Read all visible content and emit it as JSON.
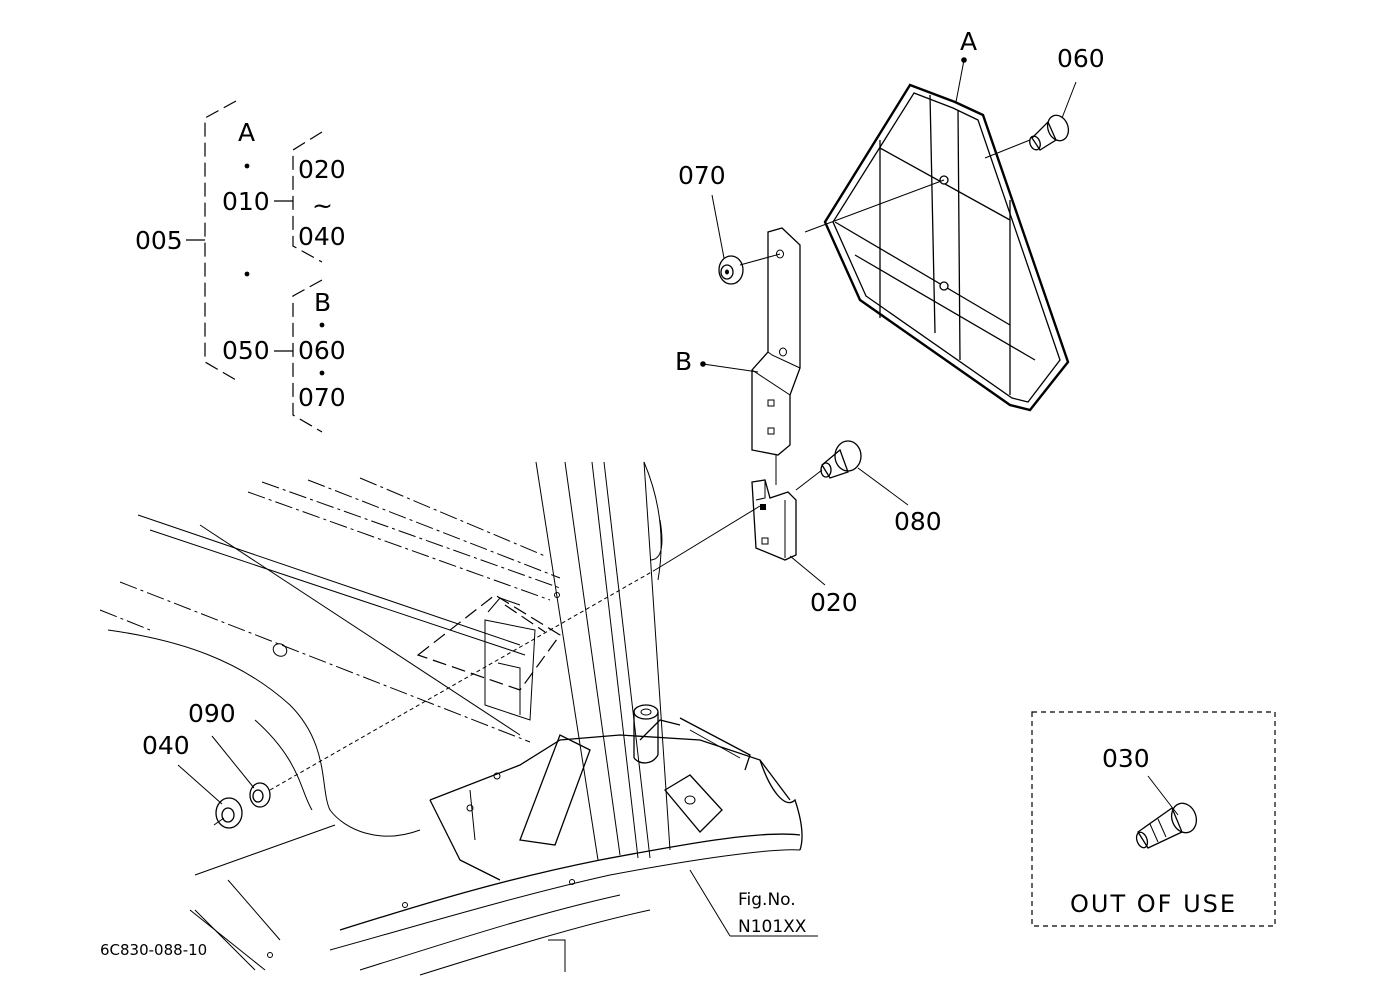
{
  "diagram": {
    "tree": {
      "root": "005",
      "group_a": {
        "label": "A",
        "part": "010",
        "range_start": "020",
        "range_sep": "~",
        "range_end": "040"
      },
      "group_b": {
        "part": "050",
        "label": "B",
        "item1": "060",
        "item2": "070"
      }
    },
    "callouts": {
      "p020": "020",
      "p030": "030",
      "p040": "040",
      "p060": "060",
      "p070": "070",
      "p080": "080",
      "p090": "090",
      "ref_a": "A",
      "ref_b": "B"
    },
    "out_of_use": "OUT OF USE",
    "fig_ref": {
      "line1": "Fig.No.",
      "line2": "N101XX"
    },
    "drawing_code": "6C830-088-10"
  }
}
